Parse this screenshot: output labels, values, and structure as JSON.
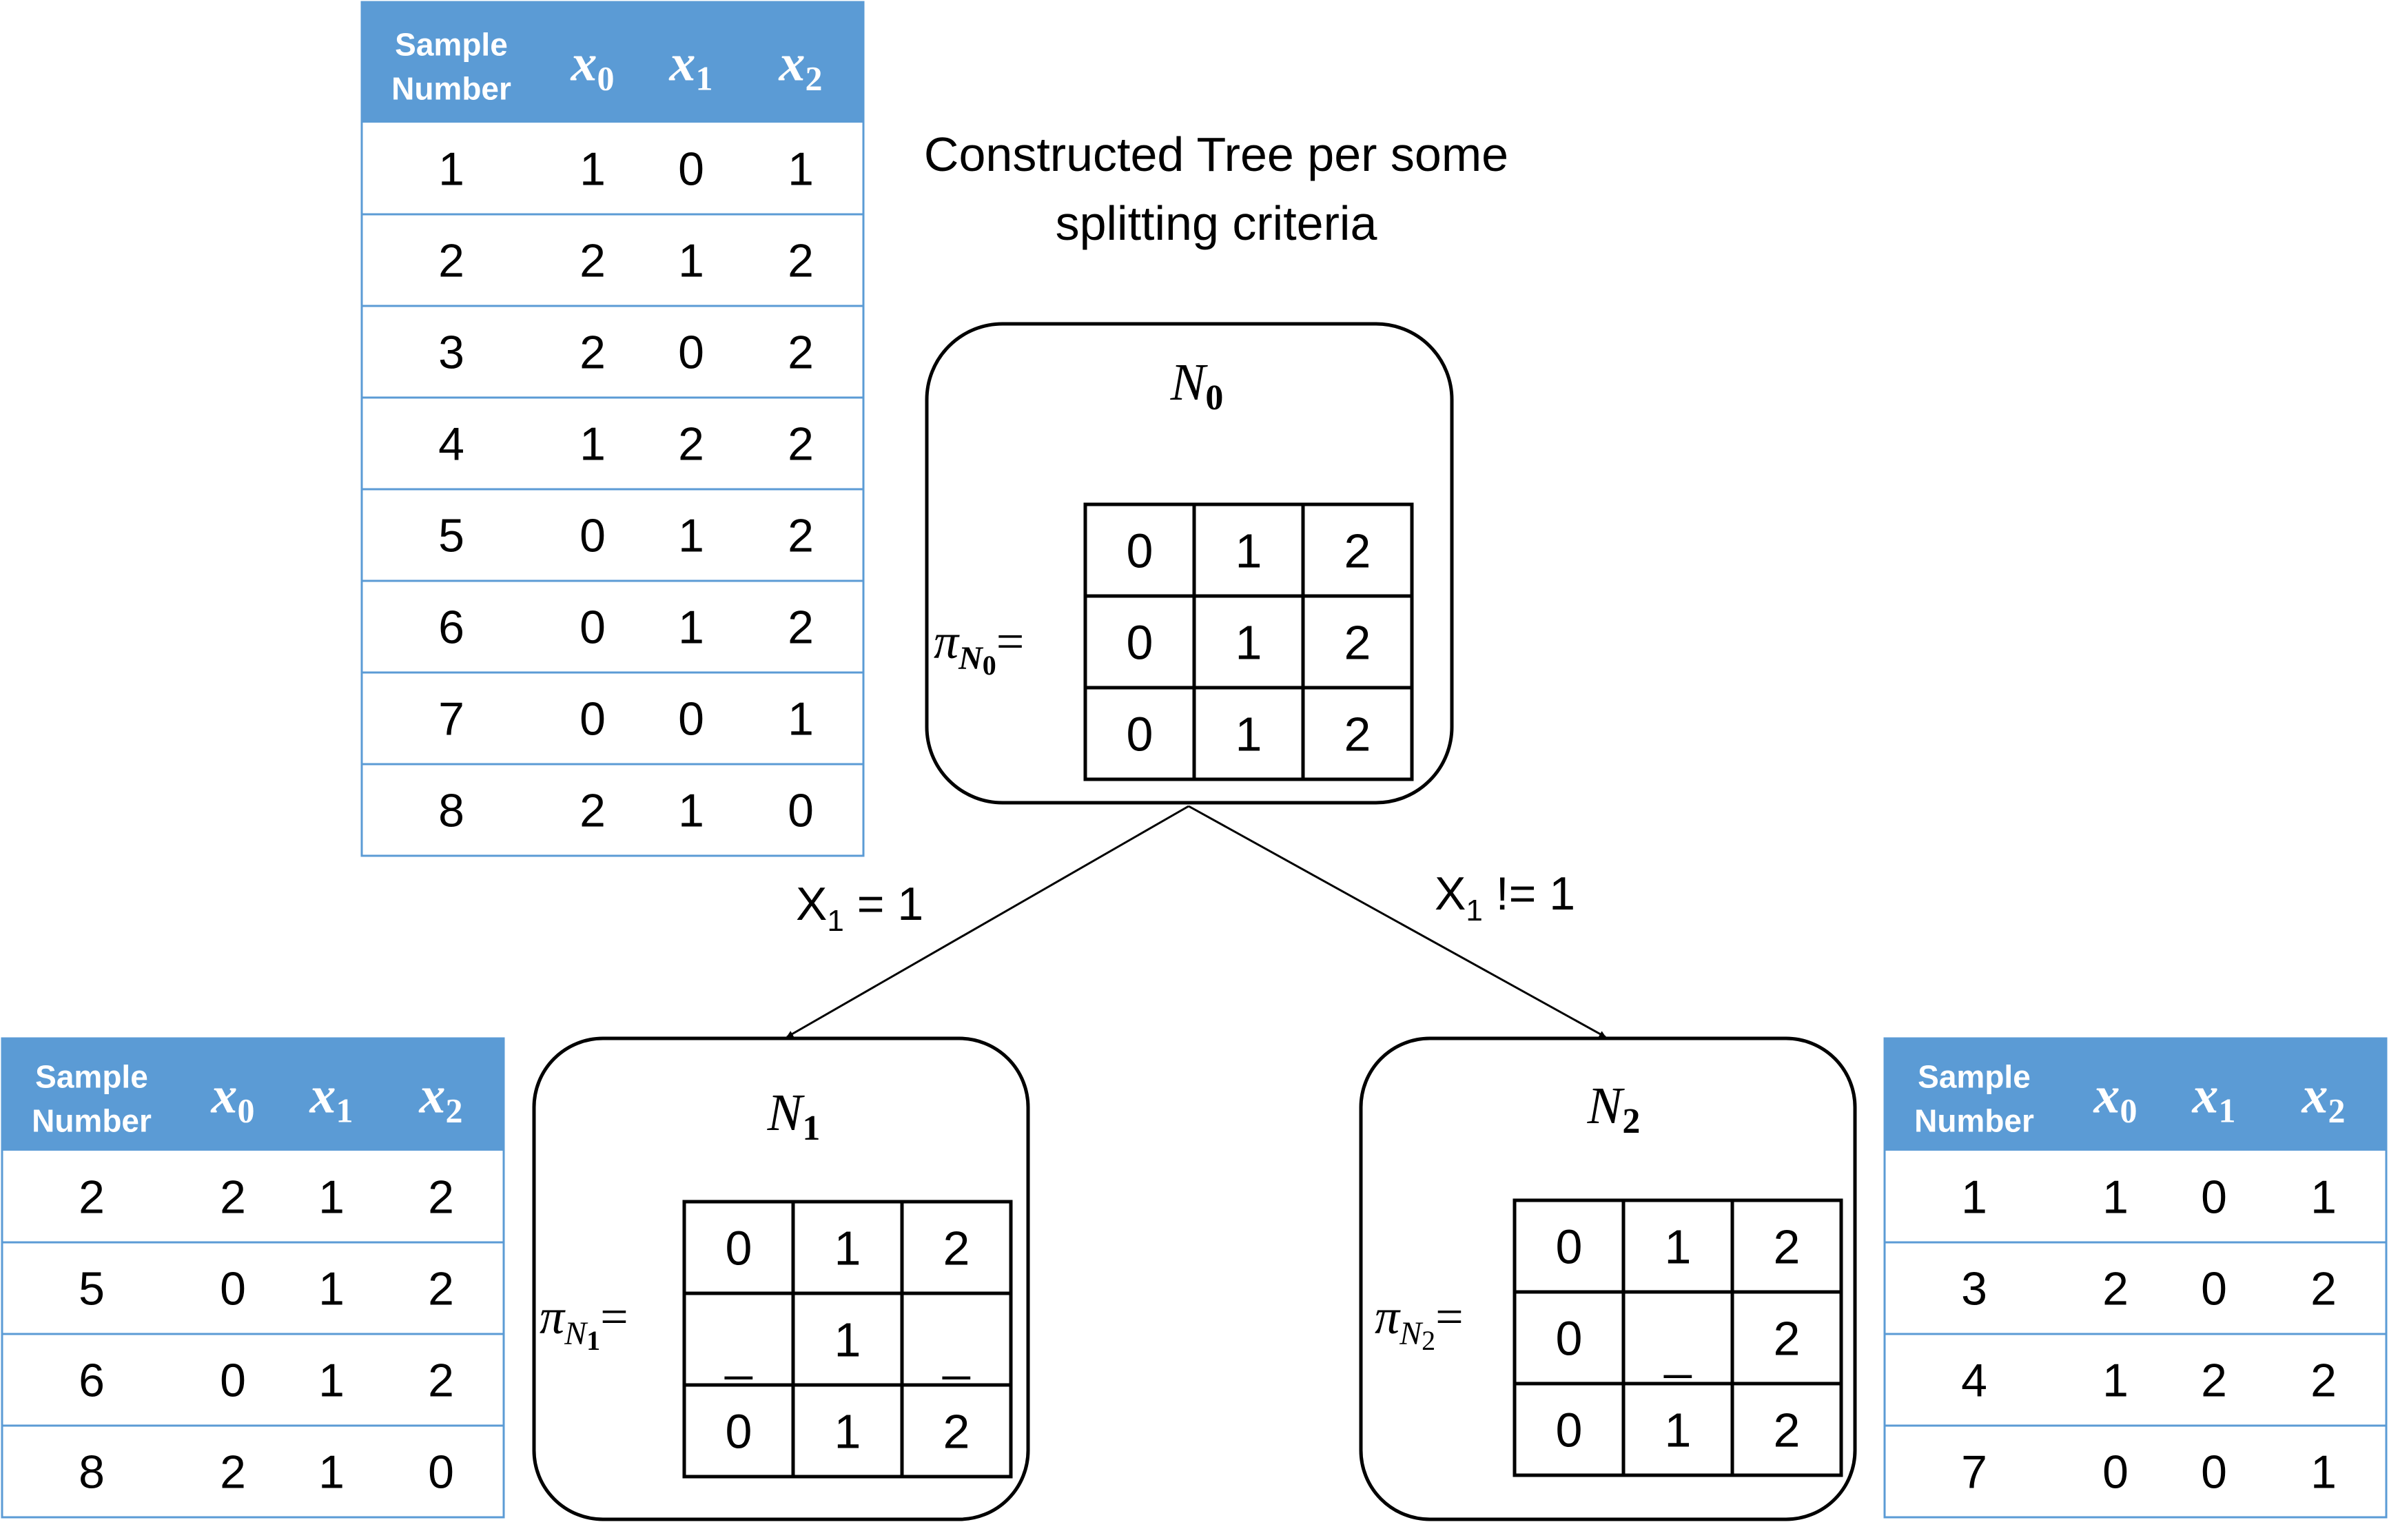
{
  "caption": {
    "line1": "Constructed Tree per some",
    "line2": "splitting criteria"
  },
  "colors": {
    "header_fill": "#5b9bd5",
    "table_border": "#5b9bd5",
    "line": "#000000",
    "header_text": "#ffffff"
  },
  "tables": {
    "root": {
      "headers": [
        "Sample Number",
        "x0",
        "x1",
        "x2"
      ],
      "rows": [
        [
          "1",
          "1",
          "0",
          "1"
        ],
        [
          "2",
          "2",
          "1",
          "2"
        ],
        [
          "3",
          "2",
          "0",
          "2"
        ],
        [
          "4",
          "1",
          "2",
          "2"
        ],
        [
          "5",
          "0",
          "1",
          "2"
        ],
        [
          "6",
          "0",
          "1",
          "2"
        ],
        [
          "7",
          "0",
          "0",
          "1"
        ],
        [
          "8",
          "2",
          "1",
          "0"
        ]
      ]
    },
    "left": {
      "headers": [
        "Sample Number",
        "x0",
        "x1",
        "x2"
      ],
      "rows": [
        [
          "2",
          "2",
          "1",
          "2"
        ],
        [
          "5",
          "0",
          "1",
          "2"
        ],
        [
          "6",
          "0",
          "1",
          "2"
        ],
        [
          "8",
          "2",
          "1",
          "0"
        ]
      ]
    },
    "right": {
      "headers": [
        "Sample Number",
        "x0",
        "x1",
        "x2"
      ],
      "rows": [
        [
          "1",
          "1",
          "0",
          "1"
        ],
        [
          "3",
          "2",
          "0",
          "2"
        ],
        [
          "4",
          "1",
          "2",
          "2"
        ],
        [
          "7",
          "0",
          "0",
          "1"
        ]
      ]
    }
  },
  "nodes": {
    "n0": {
      "title": "N",
      "title_sub": "0",
      "pi_symbol": "π",
      "pi_sub_base": "N",
      "pi_sub_index": "0",
      "equals": "=",
      "grid": [
        [
          "0",
          "1",
          "2"
        ],
        [
          "0",
          "1",
          "2"
        ],
        [
          "0",
          "1",
          "2"
        ]
      ]
    },
    "n1": {
      "title": "N",
      "title_sub": "1",
      "pi_symbol": "π",
      "pi_sub_base": "N",
      "pi_sub_index": "1",
      "equals": "=",
      "grid": [
        [
          "0",
          "1",
          "2"
        ],
        [
          "_",
          "1",
          "_"
        ],
        [
          "0",
          "1",
          "2"
        ]
      ]
    },
    "n2": {
      "title": "N",
      "title_sub": "2",
      "pi_symbol": "π",
      "pi_sub_base": "N",
      "pi_sub_index": "2",
      "equals": "=",
      "grid": [
        [
          "0",
          "1",
          "2"
        ],
        [
          "0",
          "_",
          "2"
        ],
        [
          "0",
          "1",
          "2"
        ]
      ]
    }
  },
  "edges": {
    "left": {
      "var": "X",
      "sub": "1",
      "rest": " = 1"
    },
    "right": {
      "var": "X",
      "sub": "1",
      "rest": " != 1"
    }
  }
}
